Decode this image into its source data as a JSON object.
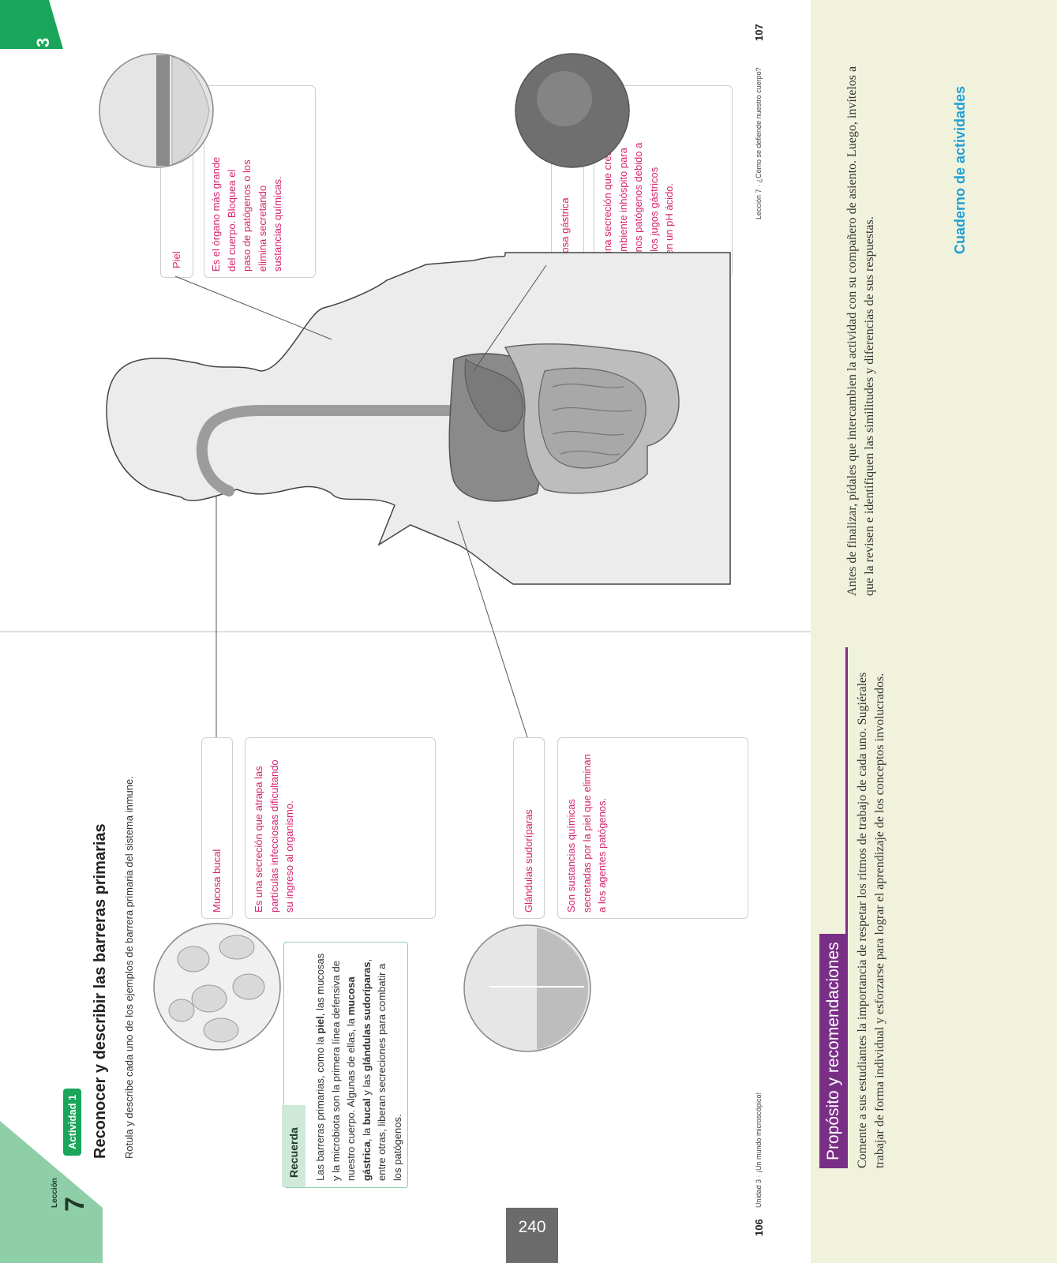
{
  "tabs": {
    "lesson_word": "Lección",
    "lesson_number": "7",
    "unit_number": "3",
    "page_badge": "240"
  },
  "activity": {
    "badge": "Actividad 1",
    "title": "Reconocer y describir las barreras primarias",
    "instruction": "Rotula y describe cada uno de los ejemplos de barrera primaria del sistema inmune."
  },
  "recuerda": {
    "heading": "Recuerda",
    "parts": [
      {
        "text": "Las barreras primarias, como la ",
        "bold": false
      },
      {
        "text": "piel",
        "bold": true
      },
      {
        "text": ", las mucosas y la microbiota son la primera línea defensiva de nuestro cuerpo. Algunas de ellas, la ",
        "bold": false
      },
      {
        "text": "mucosa gástrica",
        "bold": true
      },
      {
        "text": ", la ",
        "bold": false
      },
      {
        "text": "bucal",
        "bold": true
      },
      {
        "text": " y las ",
        "bold": false
      },
      {
        "text": "glándulas sudoríparas",
        "bold": true
      },
      {
        "text": ", entre otras, liberan secreciones para combatir a los patógenos.",
        "bold": false
      }
    ]
  },
  "labels": {
    "mucosa_bucal": {
      "name": "Mucosa bucal",
      "desc": "Es una secreción que atrapa las partículas infecciosas dificultando su ingreso al organismo."
    },
    "glandulas": {
      "name": "Glándulas sudoríparas",
      "desc": "Son sustancias químicas secretadas por la piel que eliminan a los agentes patógenos."
    },
    "piel": {
      "name": "Piel",
      "desc": "Es el órgano más grande del cuerpo. Bloquea el paso de patógenos o los elimina secretando sustancias químicas."
    },
    "mucosa_gastrica": {
      "name": "Mucosa gástrica",
      "desc": "Es una secreción que crea un ambiente inhóspito para algunos patógenos debido a que los jugos gástricos tienen un pH ácido."
    }
  },
  "footers": {
    "left_page": "106",
    "left_text": "Unidad 3 · ¡Un mundo microscópico!",
    "right_text": "Lección 7 · ¿Cómo se defiende nuestro cuerpo?",
    "right_page": "107"
  },
  "teacher": {
    "heading": "Propósito y recomendaciones",
    "paragraph1": "Comente a sus estudiantes la importancia de respetar los ritmos de trabajo de cada uno. Sugiérales trabajar de forma individual y esforzarse para lograr el aprendizaje de los conceptos involucrados.",
    "paragraph2": "Antes de finalizar, pídales que intercambien la actividad con su compañero de asiento. Luego, invítelos a que la revisen e identifiquen las similitudes y diferencias de sus respuestas.",
    "link": "Cuaderno de actividades"
  },
  "colors": {
    "green": "#1aa65a",
    "pink": "#d6246e",
    "purple": "#7a2f86",
    "cyan": "#1ea0d8",
    "panel": "#f1f2dc",
    "grey_badge": "#6b6b6b"
  }
}
